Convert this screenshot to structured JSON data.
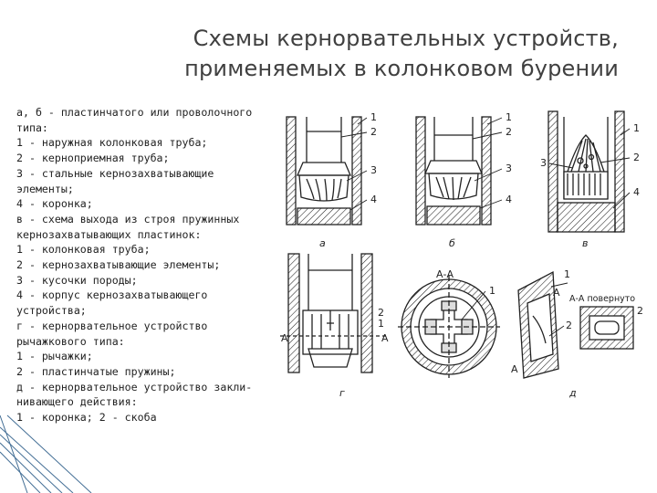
{
  "slide": {
    "title_lines": [
      "Схемы кернорвательных устройств,",
      "применяемых в колонковом бурении"
    ],
    "legend_lines": [
      "а, б - пластинчатого или проволочного",
      "типа:",
      "1 - наружная колонковая труба;",
      "2 - керноприемная труба;",
      "3 - стальные кернозахватывающие",
      "элементы;",
      "4 - коронка;",
      "в - схема выхода из строя пружинных",
      "кернозахватывающих пластинок:",
      "1 - колонковая труба;",
      "2 - кернозахватывающие элементы;",
      "3 - кусочки породы;",
      "4 - корпус кернозахватывающего",
      "устройства;",
      "г - кернорвательное устройство",
      "рычажкового типа:",
      "1 - рычажки;",
      "2 - пластинчатые пружины;",
      "д - кернорвательное устройство закли-",
      "нивающего действия:",
      "1 - коронка; 2 - скоба"
    ]
  },
  "figure": {
    "labels": {
      "n1": "1",
      "n2": "2",
      "n3": "3",
      "n4": "4",
      "sub_a": "а",
      "sub_b": "б",
      "sub_v": "в",
      "sub_g": "г",
      "sub_d": "д",
      "section_aa": "А-А",
      "section_rot": "А-А повернуто",
      "cut_a": "А"
    }
  }
}
